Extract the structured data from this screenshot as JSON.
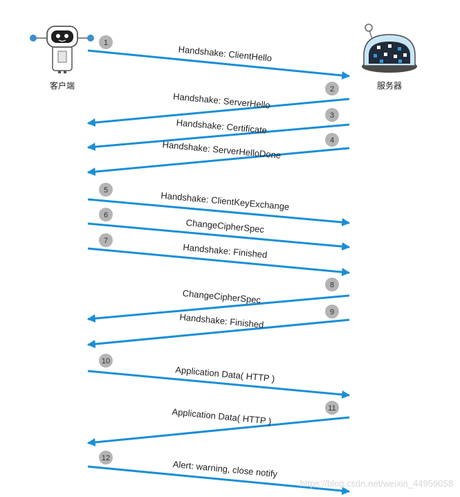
{
  "client": {
    "label": "客户端",
    "icon": "robot-icon"
  },
  "server": {
    "label": "服务器",
    "icon": "server-robot-icon"
  },
  "colors": {
    "arrow": "#1a8fd6",
    "badge": "#b4b4b4"
  },
  "messages": [
    {
      "num": "1",
      "label": "Handshake: ClientHello",
      "from": "client"
    },
    {
      "num": "2",
      "label": "Handshake: ServerHello",
      "from": "server"
    },
    {
      "num": "3",
      "label": "Handshake: Certificate",
      "from": "server"
    },
    {
      "num": "4",
      "label": "Handshake: ServerHelloDone",
      "from": "server"
    },
    {
      "num": "5",
      "label": "Handshake: ClientKeyExchange",
      "from": "client"
    },
    {
      "num": "6",
      "label": "ChangeCipherSpec",
      "from": "client"
    },
    {
      "num": "7",
      "label": "Handshake: Finished",
      "from": "client"
    },
    {
      "num": "8",
      "label": "ChangeCipherSpec",
      "from": "server"
    },
    {
      "num": "9",
      "label": "Handshake: Finished",
      "from": "server"
    },
    {
      "num": "10",
      "label": "Application Data( HTTP )",
      "from": "client"
    },
    {
      "num": "11",
      "label": "Application Data( HTTP )",
      "from": "server"
    },
    {
      "num": "12",
      "label": "Alert: warning, close notify",
      "from": "client"
    }
  ],
  "watermark": "https://blog.csdn.net/weixin_44959058"
}
